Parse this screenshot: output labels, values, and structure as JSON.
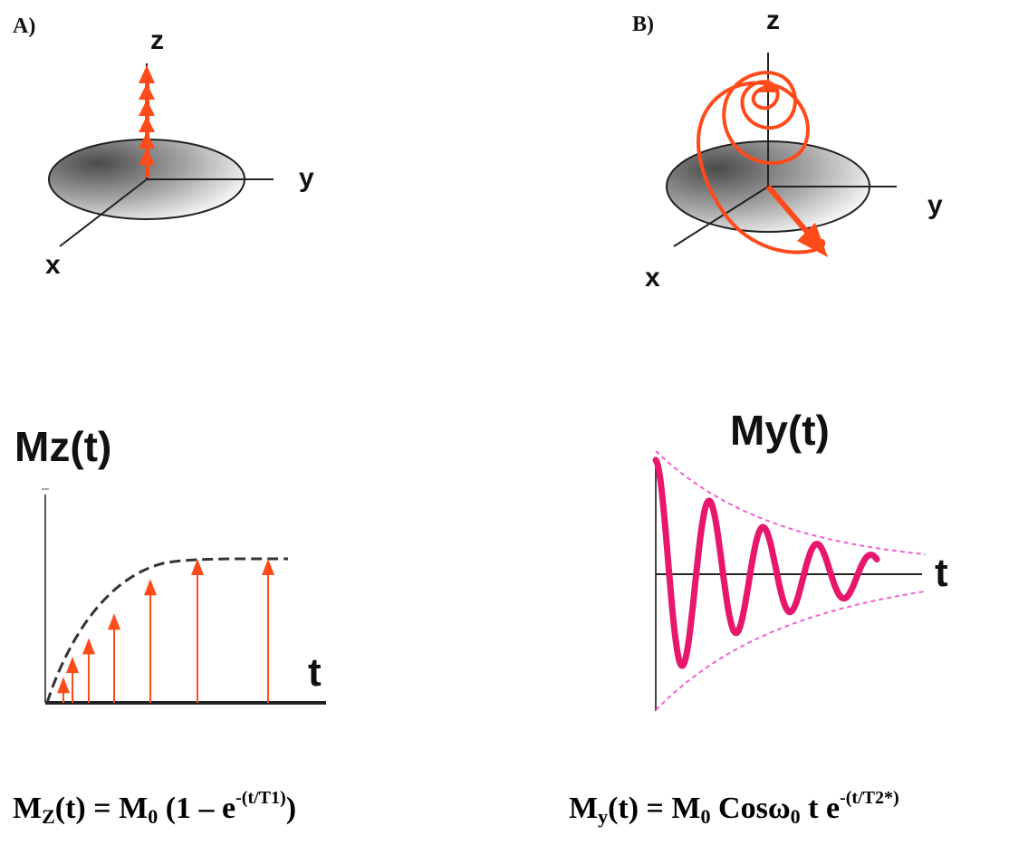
{
  "panel_a": {
    "letter": "A)",
    "axis_z": "z",
    "axis_y": "y",
    "axis_x": "x"
  },
  "panel_b": {
    "letter": "B)",
    "axis_z": "z",
    "axis_y": "y",
    "axis_x": "x"
  },
  "graph_mz": {
    "title": "Mz(t)",
    "t_label": "t"
  },
  "graph_my": {
    "title": "My(t)",
    "t_label": "t"
  },
  "equation_mz": {
    "lhs_M": "M",
    "lhs_sub": "Z",
    "lhs_rest": "(t) = M",
    "m0_sub": "0",
    "middle": " (1 – e",
    "exponent": "-(t/T1)",
    "close": ")"
  },
  "equation_my": {
    "lhs_M": "M",
    "lhs_sub": "y",
    "lhs_rest": "(t) = M",
    "m0_sub": "0",
    "middle": " Cosω",
    "w0_sub": "0",
    "after": " t e",
    "exponent": "-(t/T2*)"
  },
  "colors": {
    "arrow_orange": "#ff4a1a",
    "decay_pink": "#e8176e",
    "envelope_pink": "#f060d0",
    "disk_dark": "#555555",
    "disk_light": "#ffffff"
  },
  "chart_data": [
    {
      "type": "line",
      "title": "Mz(t)",
      "xlabel": "t",
      "description_series": "T1 recovery: Mz rises from 0 toward M0 (dashed curve) with vector arrows",
      "series": [
        {
          "values": [
            0.0,
            0.18,
            0.32,
            0.45,
            0.62,
            0.86,
            1.0,
            1.0
          ]
        }
      ]
    },
    {
      "type": "line",
      "title": "My(t)",
      "xlabel": "t",
      "series": [
        {
          "values": [
            1.0,
            -0.85,
            0.55,
            -0.4,
            0.3,
            -0.22,
            0.15,
            -0.1,
            0.05
          ]
        }
      ]
    }
  ]
}
